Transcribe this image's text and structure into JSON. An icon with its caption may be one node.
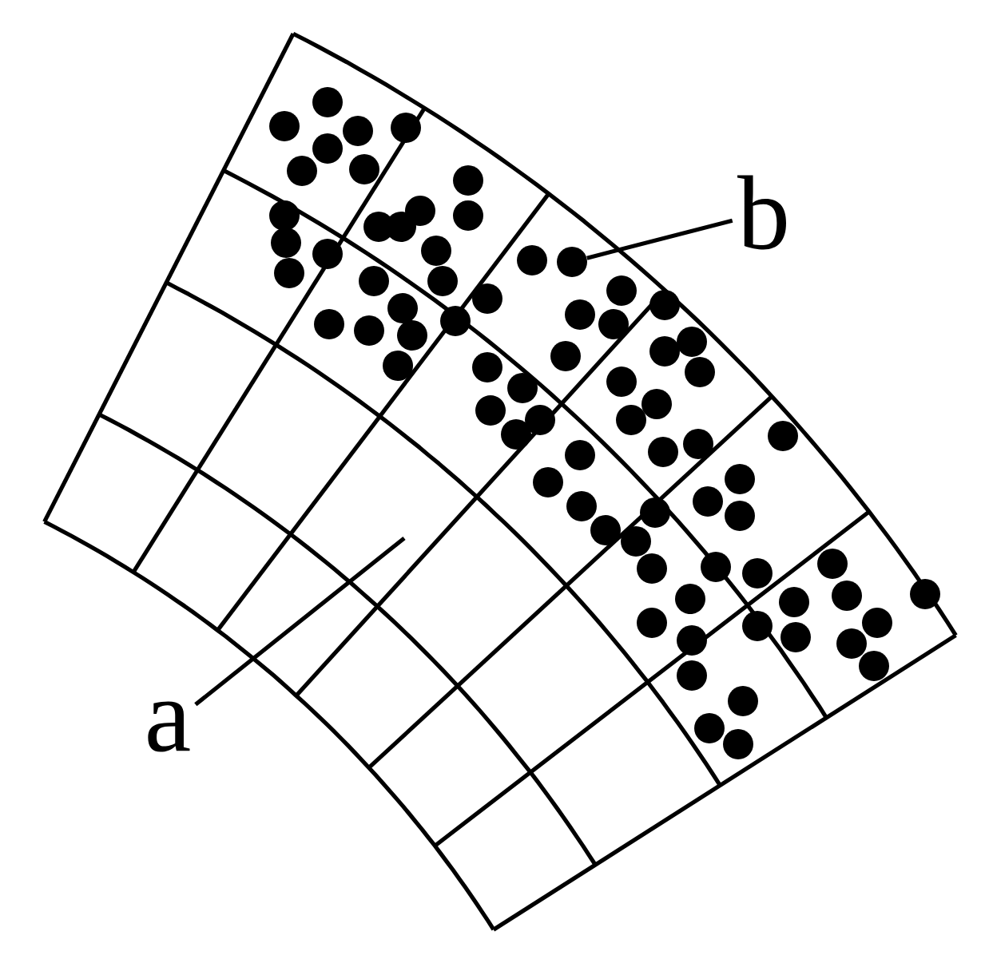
{
  "diagram": {
    "nodes": [
      {
        "text": [
          "a"
        ]
      },
      {
        "text": [
          "b"
        ]
      },
      {
        "text": [],
        "shape": "circle"
      }
    ],
    "edges": [
      {
        "from": 0,
        "to": null,
        "arrow": "none"
      },
      {
        "from": 1,
        "to": 2,
        "arrow": "none"
      }
    ]
  }
}
